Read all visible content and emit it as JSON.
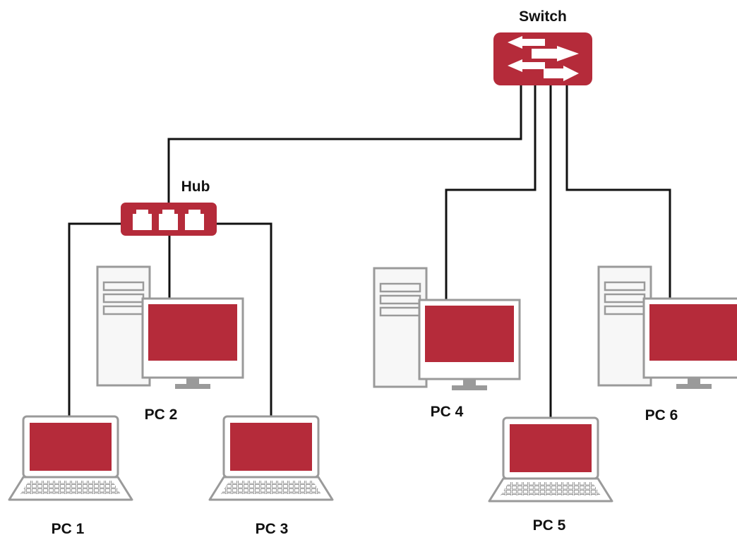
{
  "labels": {
    "switch": "Switch",
    "hub": "Hub",
    "pc1": "PC 1",
    "pc2": "PC 2",
    "pc3": "PC 3",
    "pc4": "PC 4",
    "pc5": "PC 5",
    "pc6": "PC 6"
  },
  "colors": {
    "device_red": "#b52b3a",
    "line": "#111111",
    "outline_gray": "#9a9a9a"
  },
  "icons": {
    "switch": "switch-arrows-icon",
    "hub": "hub-ports-icon",
    "desktop": "desktop-computer-icon",
    "laptop": "laptop-icon"
  }
}
